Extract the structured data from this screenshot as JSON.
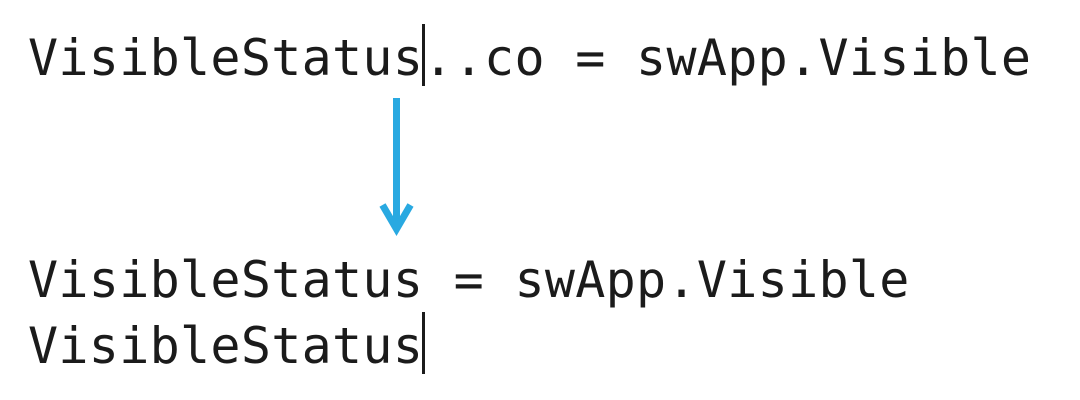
{
  "colors": {
    "background": "#ffffff",
    "text": "#1b1b1b",
    "arrow": "#29a9e1"
  },
  "before": {
    "pre_cursor": "VisibleStatus",
    "post_cursor": "..co = swApp.Visible"
  },
  "after": {
    "line1": "VisibleStatus = swApp.Visible",
    "line2": "VisibleStatus"
  },
  "arrow": {
    "icon": "down-arrow-icon",
    "direction": "down"
  }
}
